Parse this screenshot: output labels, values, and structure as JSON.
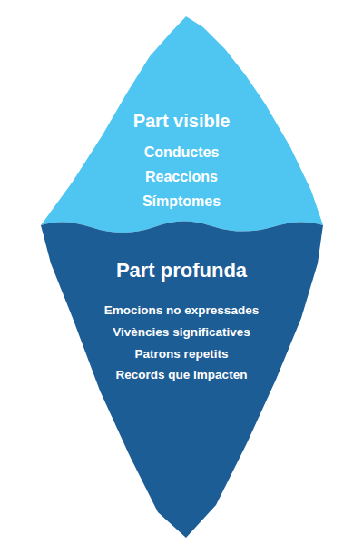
{
  "diagram": {
    "nodes": [
      {
        "text": [
          "Part visible",
          "Conductes",
          "Reaccions",
          "Símptomes"
        ]
      },
      {
        "text": [
          "Part profunda",
          "Emocions no expressades",
          "Vivències significatives",
          "Patrons repetits",
          "Records que impacten"
        ]
      }
    ]
  }
}
